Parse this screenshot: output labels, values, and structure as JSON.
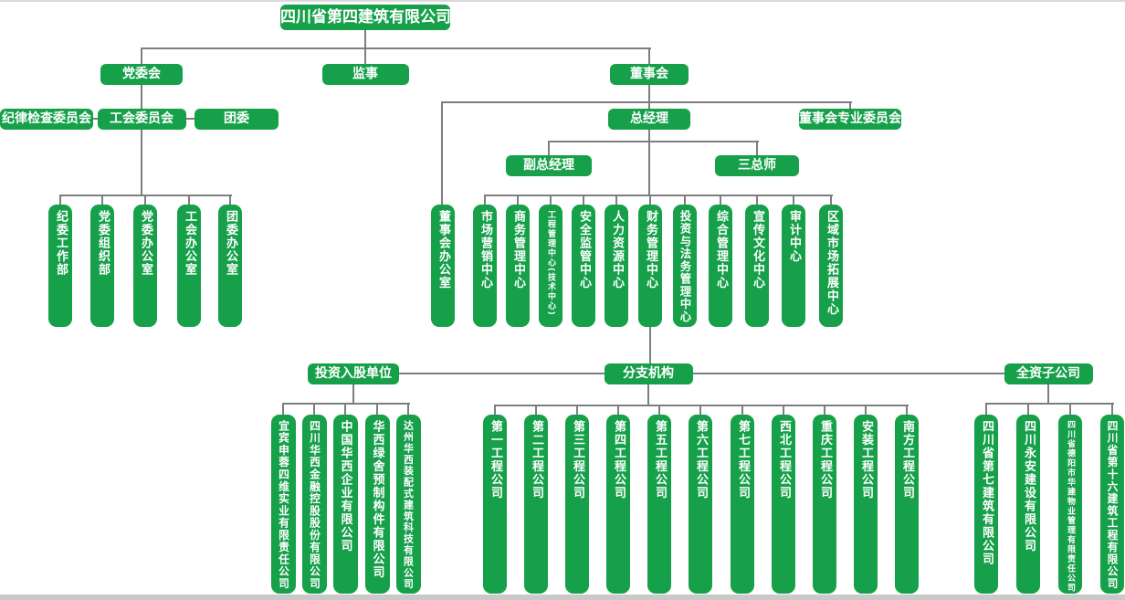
{
  "title": "四川省第四建筑有限公司",
  "colors": {
    "box_green": "#16A04A",
    "line_gray": "#7E7E7E",
    "text_white": "#FFFFFF",
    "footer_gray": "#C9C9C9",
    "top_line_gray": "#DADADA"
  },
  "governance": {
    "party_committee": "党委会",
    "supervisor": "监事",
    "board": "董事会"
  },
  "party": {
    "discipline_committee": "纪律检查委员会",
    "union_committee": "工会委员会",
    "youth_league": "团委",
    "offices": [
      "纪委工作部",
      "党委组织部",
      "党委办公室",
      "工会办公室",
      "团委办公室"
    ]
  },
  "board": {
    "general_manager": "总经理",
    "board_special_committee": "董事会专业委员会",
    "deputy_general_manager": "副总经理",
    "three_chiefs": "三总师",
    "board_office": "董事会办公室",
    "centers": [
      "市场营销中心",
      "商务管理中心",
      "工程管理中心(技术中心)",
      "安全监管中心",
      "人力资源中心",
      "财务管理中心",
      "投资与法务管理中心",
      "综合管理中心",
      "宣传文化中心",
      "审计中心",
      "区域市场拓展中心"
    ]
  },
  "groups": {
    "invested": {
      "label": "投资入股单位",
      "companies": [
        "宜宾申蓉四维实业有限责任公司",
        "四川华西金融控股股份有限公司",
        "中国华西企业有限公司",
        "华西绿舍预制构件有限公司",
        "达州华西装配式建筑科技有限公司"
      ]
    },
    "branches": {
      "label": "分支机构",
      "companies": [
        "第一工程公司",
        "第二工程公司",
        "第三工程公司",
        "第四工程公司",
        "第五工程公司",
        "第六工程公司",
        "第七工程公司",
        "西北工程公司",
        "重庆工程公司",
        "安装工程公司",
        "南方工程公司"
      ]
    },
    "subsidiaries": {
      "label": "全资子公司",
      "companies": [
        "四川省第七建筑有限公司",
        "四川永安建设有限公司",
        "四川省德阳市华建物业管理有限责任公司",
        "四川省第十六建筑工程有限公司"
      ]
    }
  }
}
